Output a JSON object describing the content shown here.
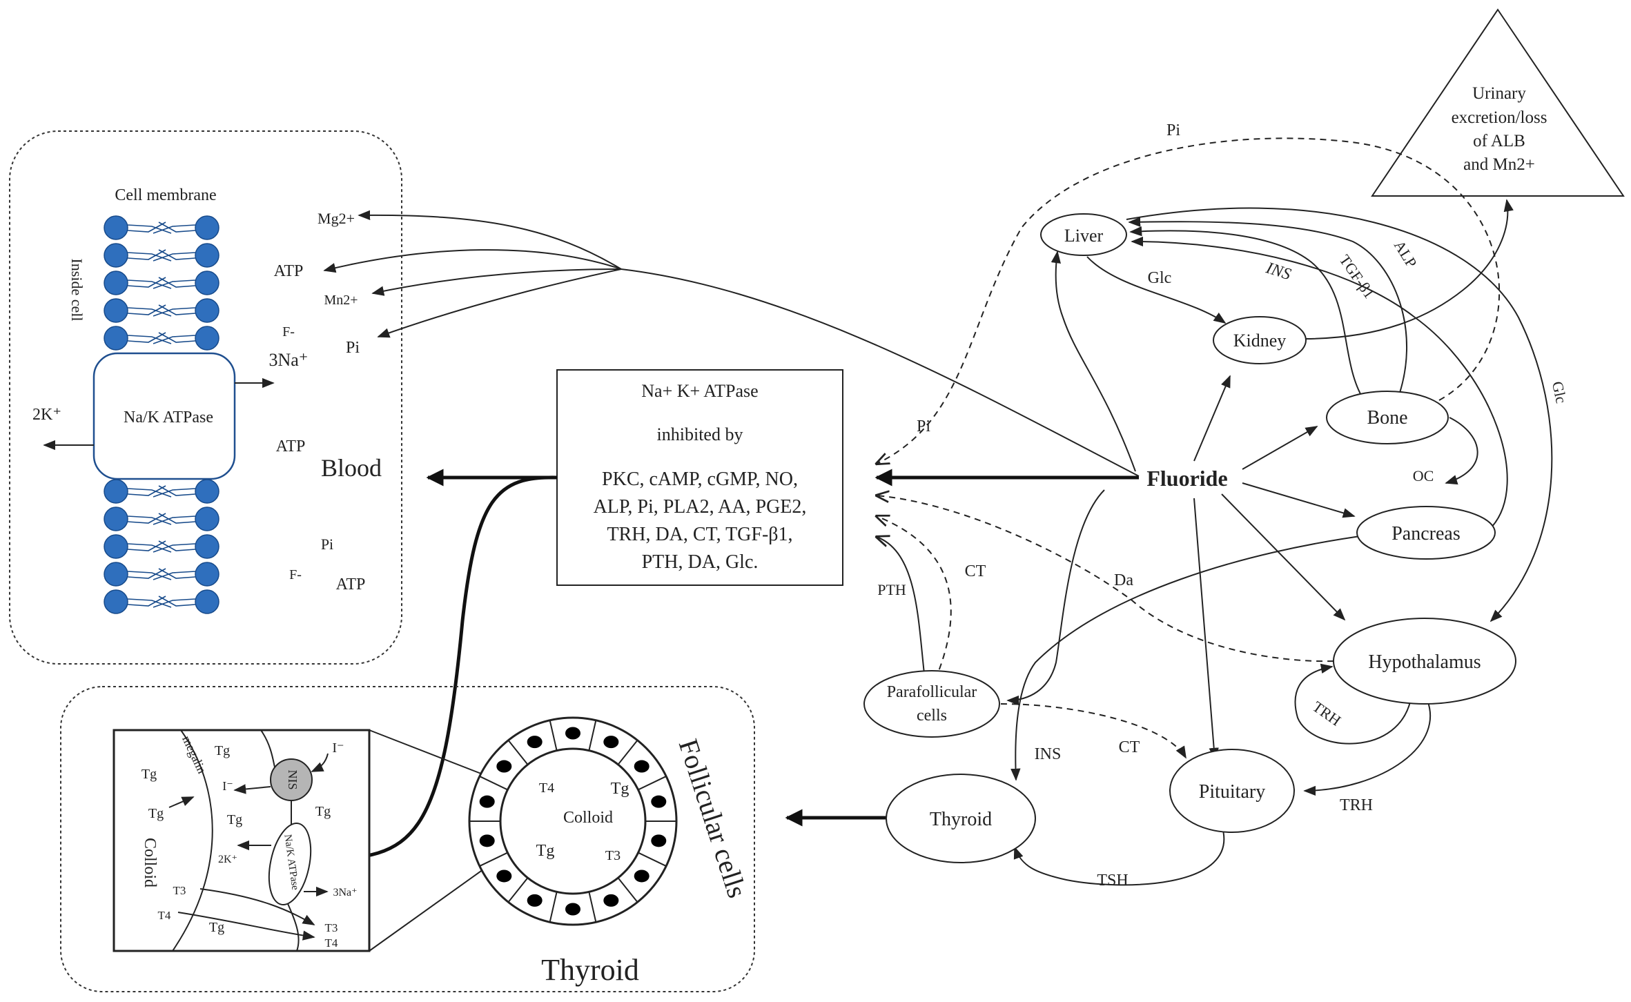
{
  "cell_panel": {
    "membrane_label": "Cell membrane",
    "inside_label": "Inside cell",
    "pump_label": "Na/K ATPase",
    "k_out_label": "2K⁺",
    "na_label": "3Na⁺",
    "mg_label": "Mg2+",
    "atp_label_1": "ATP",
    "mn_label": "Mn2+",
    "f_label_1": "F-",
    "pi_label_1": "Pi",
    "atp_label_2": "ATP",
    "blood_label": "Blood",
    "pi_label_2": "Pi",
    "f_label_2": "F-",
    "atp_label_3": "ATP"
  },
  "center_box": {
    "line1": "Na+ K+ ATPase",
    "line2": "inhibited by",
    "line3": "PKC, cAMP, cGMP, NO,",
    "line4": "ALP, Pi, PLA2, AA, PGE2,",
    "line5": "TRH, DA, CT, TGF-β1,",
    "line6": "PTH, DA, Glc."
  },
  "nodes": {
    "urinary": [
      "Urinary",
      "excretion/loss",
      "of ALB",
      "and Mn2+"
    ],
    "liver": "Liver",
    "kidney": "Kidney",
    "bone": "Bone",
    "pancreas": "Pancreas",
    "fluoride": "Fluoride",
    "hypothalamus": "Hypothalamus",
    "parafollicular": [
      "Parafollicular",
      "cells"
    ],
    "pituitary": "Pituitary",
    "thyroid": "Thyroid"
  },
  "edge_labels": {
    "pi_top": "Pi",
    "pi_left": "Pi",
    "glc_liver_kidney": "Glc",
    "ins_upper": "INS",
    "tgf": "TGF-β1",
    "alp": "ALP",
    "glc_right": "Glc",
    "oc": "OC",
    "da": "Da",
    "pth": "PTH",
    "ct_upper": "CT",
    "ct_lower": "CT",
    "ins_lower": "INS",
    "trh_loop": "TRH",
    "trh_lower": "TRH",
    "tsh": "TSH"
  },
  "thyroid_panel": {
    "title": "Thyroid",
    "follicular_label": "Follicular cells",
    "colloid_label": "Colloid",
    "t4": "T4",
    "tg_1": "Tg",
    "tg_2": "Tg",
    "t3": "T3"
  },
  "inset": {
    "colloid_label": "Colloid",
    "megalin_label": "megalin",
    "nis_label": "NIS",
    "pump_label": "Na/K ATPase",
    "i_in": "I⁻",
    "i_out": "I⁻",
    "k_label": "2K⁺",
    "na_label": "3Na⁺",
    "tg_a": "Tg",
    "tg_b": "Tg",
    "tg_c": "Tg",
    "tg_d": "Tg",
    "tg_e": "Tg",
    "tg_f": "Tg",
    "t3_a": "T3",
    "t4_a": "T4",
    "t3_b": "T3",
    "t4_b": "T4"
  },
  "colors": {
    "lipid_blue": "#2f6fbd",
    "lipid_edge": "#174a8a",
    "nis_gray": "#b5b5b5"
  }
}
